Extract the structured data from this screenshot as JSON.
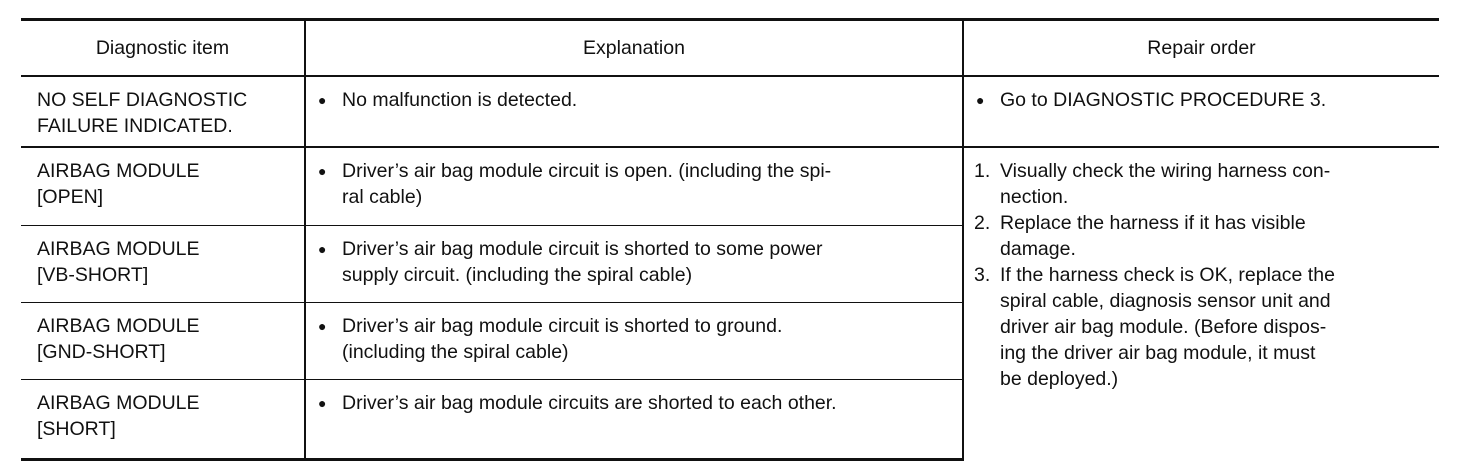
{
  "headers": [
    "Diagnostic item",
    "Explanation",
    "Repair order"
  ],
  "rows": [
    {
      "item_line1": "NO SELF DIAGNOSTIC",
      "item_line2": "FAILURE INDICATED.",
      "explanation": "No malfunction is detected.",
      "repair": "Go to DIAGNOSTIC PROCEDURE 3."
    },
    {
      "item_line1": "AIRBAG MODULE",
      "item_line2": "[OPEN]",
      "explanation_line1": "Driver’s air bag module circuit is open. (including the spi-",
      "explanation_line2": "ral cable)"
    },
    {
      "item_line1": "AIRBAG MODULE",
      "item_line2": "[VB-SHORT]",
      "explanation_line1": "Driver’s air bag module circuit is shorted to some power",
      "explanation_line2": "supply circuit. (including the spiral cable)"
    },
    {
      "item_line1": "AIRBAG MODULE",
      "item_line2": "[GND-SHORT]",
      "explanation_line1": "Driver’s air bag module circuit is shorted to ground.",
      "explanation_line2": "(including the spiral cable)"
    },
    {
      "item_line1": "AIRBAG MODULE",
      "item_line2": "[SHORT]",
      "explanation_line1": "Driver’s air bag module circuits are shorted to each other.",
      "explanation_line2": ""
    }
  ],
  "repair_steps": [
    {
      "num": "1.",
      "line1": "Visually check the wiring harness con-",
      "line2": "nection."
    },
    {
      "num": "2.",
      "line1": "Replace the harness if it has visible",
      "line2": "damage."
    },
    {
      "num": "3.",
      "line1": "If the harness check is OK, replace the",
      "line2": "spiral cable, diagnosis sensor unit and",
      "line3": "driver air bag module. (Before dispos-",
      "line4": "ing the driver air bag module, it must",
      "line5": "be deployed.)"
    }
  ]
}
